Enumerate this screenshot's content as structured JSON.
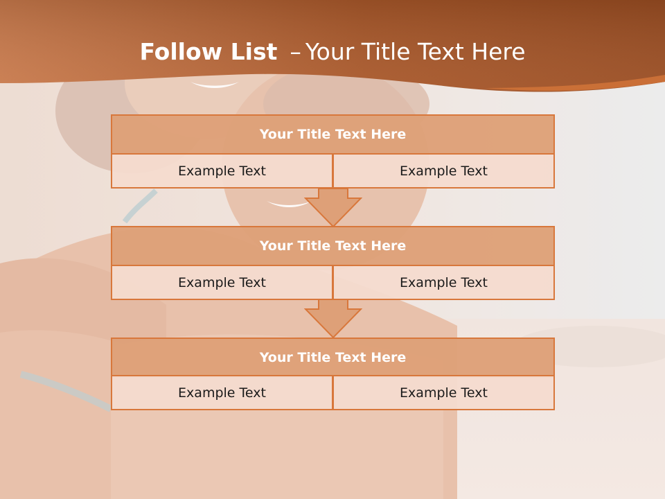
{
  "slide": {
    "title_bold": "Follow List",
    "title_separator": "–",
    "title_rest": "Your Title Text Here"
  },
  "steps": [
    {
      "title": "Your Title Text Here",
      "left": "Example Text",
      "right": "Example Text"
    },
    {
      "title": "Your Title Text Here",
      "left": "Example Text",
      "right": "Example Text"
    },
    {
      "title": "Your Title Text Here",
      "left": "Example Text",
      "right": "Example Text"
    }
  ],
  "colors": {
    "accent": "#d8773b",
    "header_fill": "#dea078",
    "cell_fill": "#f4dbcf",
    "title_band": "#c86f34"
  },
  "icons": [
    "arrow-down-icon",
    "arrow-down-icon"
  ]
}
